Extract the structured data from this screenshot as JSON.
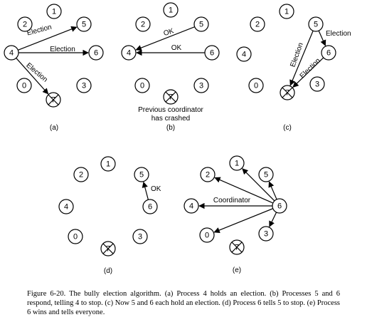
{
  "panels": [
    {
      "id": "a",
      "label": "(a)",
      "nodes": [
        {
          "text": "1"
        },
        {
          "text": "2"
        },
        {
          "text": "5"
        },
        {
          "text": "4"
        },
        {
          "text": "6"
        },
        {
          "text": "0"
        },
        {
          "text": "3"
        },
        {
          "text": "7",
          "crashed": true
        }
      ],
      "messages": [
        {
          "from": "4",
          "to": "5",
          "text": "Election"
        },
        {
          "from": "4",
          "to": "6",
          "text": "Election"
        },
        {
          "from": "4",
          "to": "7",
          "text": "Election"
        }
      ]
    },
    {
      "id": "b",
      "label": "(b)",
      "note_line1": "Previous coordinator",
      "note_line2": "has crashed",
      "nodes": [
        {
          "text": "1"
        },
        {
          "text": "2"
        },
        {
          "text": "5"
        },
        {
          "text": "4"
        },
        {
          "text": "6"
        },
        {
          "text": "0"
        },
        {
          "text": "3"
        },
        {
          "text": "7",
          "crashed": true
        }
      ],
      "messages": [
        {
          "from": "5",
          "to": "4",
          "text": "OK"
        },
        {
          "from": "6",
          "to": "4",
          "text": "OK"
        }
      ]
    },
    {
      "id": "c",
      "label": "(c)",
      "nodes": [
        {
          "text": "1"
        },
        {
          "text": "2"
        },
        {
          "text": "5"
        },
        {
          "text": "4"
        },
        {
          "text": "6"
        },
        {
          "text": "0"
        },
        {
          "text": "3"
        },
        {
          "text": "7",
          "crashed": true
        }
      ],
      "messages": [
        {
          "from": "5",
          "to": "6",
          "text": "Election"
        },
        {
          "from": "5",
          "to": "7",
          "text": "Election"
        },
        {
          "from": "6",
          "to": "7",
          "text": "Election"
        }
      ]
    },
    {
      "id": "d",
      "label": "(d)",
      "nodes": [
        {
          "text": "1"
        },
        {
          "text": "2"
        },
        {
          "text": "5"
        },
        {
          "text": "4"
        },
        {
          "text": "6"
        },
        {
          "text": "0"
        },
        {
          "text": "3"
        },
        {
          "text": "7",
          "crashed": true
        }
      ],
      "messages": [
        {
          "from": "6",
          "to": "5",
          "text": "OK"
        }
      ]
    },
    {
      "id": "e",
      "label": "(e)",
      "nodes": [
        {
          "text": "1"
        },
        {
          "text": "2"
        },
        {
          "text": "5"
        },
        {
          "text": "4"
        },
        {
          "text": "6"
        },
        {
          "text": "0"
        },
        {
          "text": "3"
        },
        {
          "text": "7",
          "crashed": true
        }
      ],
      "messages": [
        {
          "from": "6",
          "to": "1",
          "text": ""
        },
        {
          "from": "6",
          "to": "2",
          "text": ""
        },
        {
          "from": "6",
          "to": "5",
          "text": ""
        },
        {
          "from": "6",
          "to": "4",
          "text": "Coordinator"
        },
        {
          "from": "6",
          "to": "0",
          "text": ""
        },
        {
          "from": "6",
          "to": "3",
          "text": ""
        }
      ]
    }
  ],
  "caption": "Figure 6-20. The bully election algorithm. (a) Process 4 holds an election. (b) Processes 5 and 6 respond, telling 4 to stop. (c) Now 5 and 6 each hold an election. (d) Process 6 tells 5 to stop. (e) Process 6 wins and tells everyone."
}
